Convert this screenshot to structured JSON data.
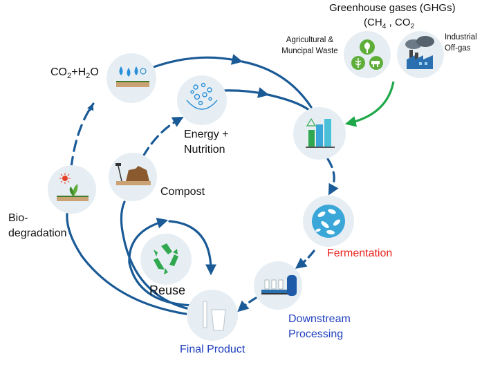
{
  "ghg": {
    "title": "Greenhouse gases (GHGs)",
    "formula_open": "(CH",
    "formula_ch4_sub": "4",
    "formula_mid": " , CO",
    "formula_co2_sub": "2"
  },
  "sources": {
    "agricultural_line1": "Agricultural &",
    "agricultural_line2": "Muncipal Waste",
    "industrial_line1": "Industrial",
    "industrial_line2": "Off-gas"
  },
  "nodes": {
    "co2_pre": "CO",
    "co2_sub": "2",
    "co2_plus": "+H",
    "h2o_sub": "2",
    "h2o_post": "O",
    "energy_line1": "Energy +",
    "energy_line2": "Nutrition",
    "compost": "Compost",
    "biodeg_line1": "Bio-",
    "biodeg_line2": "degradation",
    "reuse": "Reuse",
    "fermentation": "Fermentation",
    "downstream_line1": "Downstream",
    "downstream_line2": "Processing",
    "final_product": "Final Product"
  },
  "colors": {
    "arrow": "#1a5a96",
    "green_arrow": "#1fa84a",
    "circle_fill": "#e6eef3",
    "fermentation_text": "#e8231c",
    "downstream_text": "#1f3fbf",
    "final_product_text": "#1f3fbf",
    "recycle": "#2fa84f"
  }
}
